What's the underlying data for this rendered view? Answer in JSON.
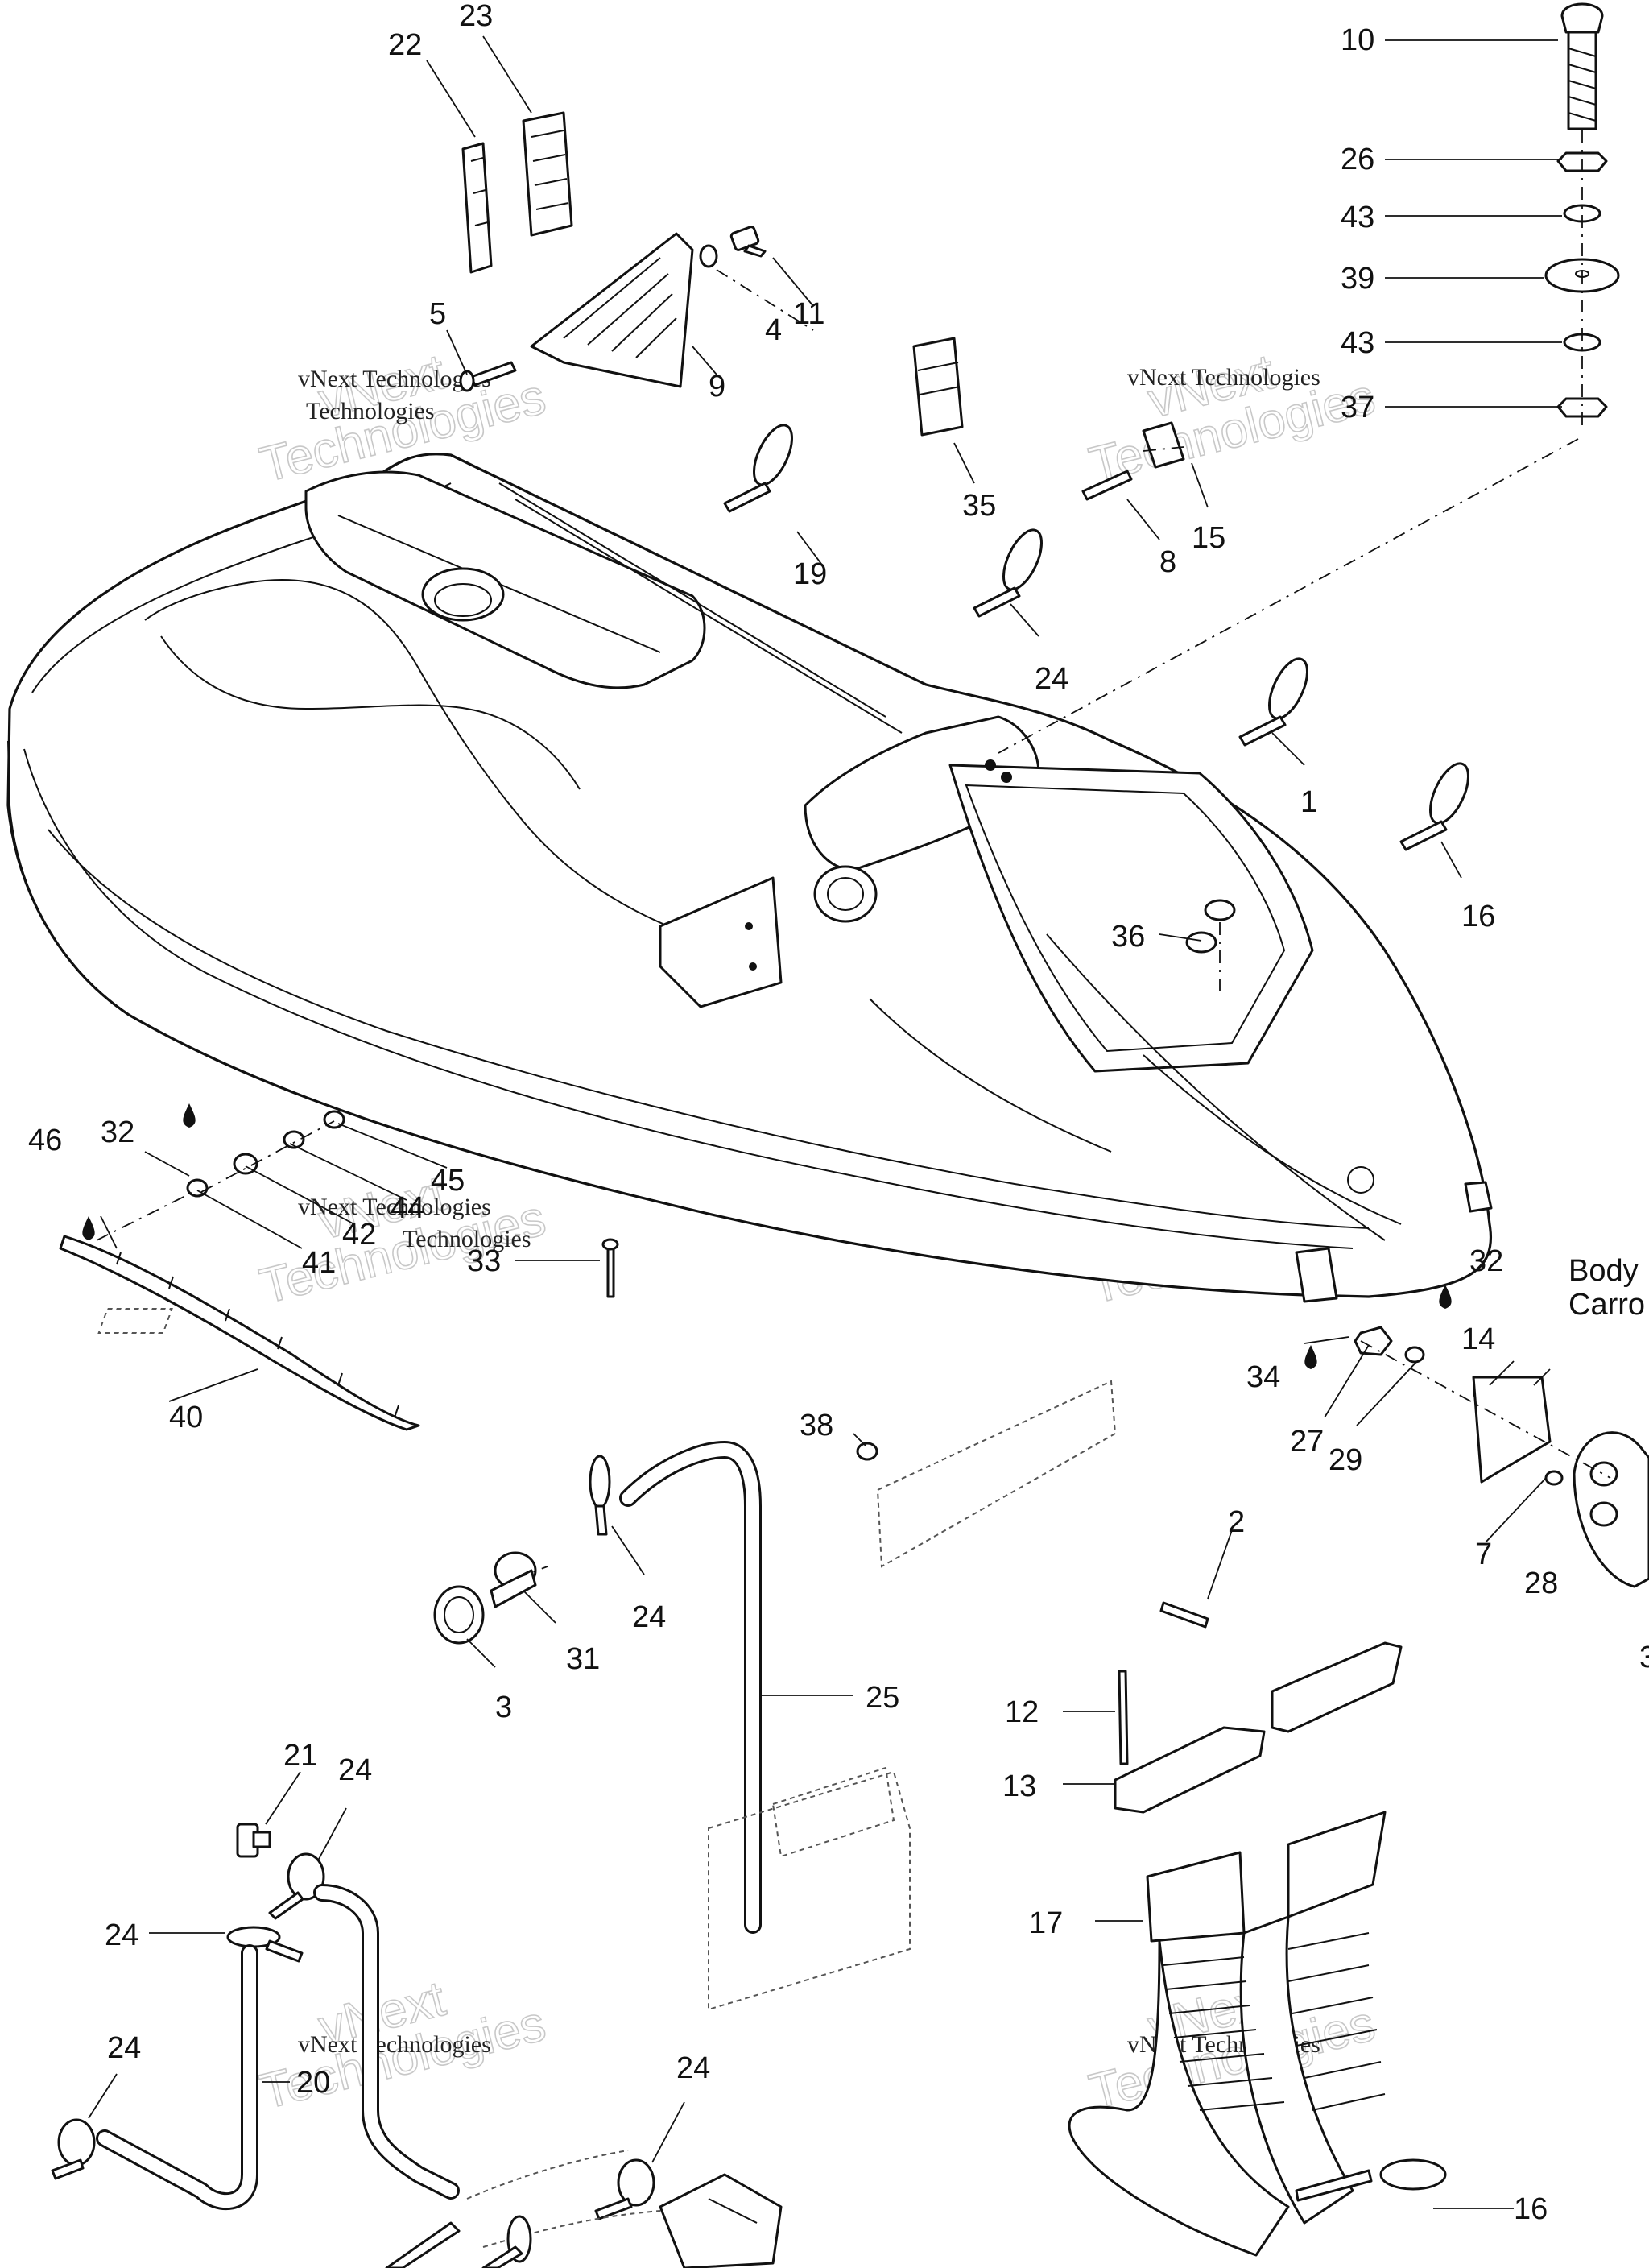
{
  "watermark": {
    "line1": "vNext",
    "line2": "Technologies",
    "caption": "vNext Technologies"
  },
  "side_text": {
    "line1": "Body",
    "line2": "Carro"
  },
  "callouts": {
    "c1": "1",
    "c2": "2",
    "c3": "3",
    "c3b": "3",
    "c4": "4",
    "c5": "5",
    "c7": "7",
    "c8": "8",
    "c9": "9",
    "c10": "10",
    "c11": "11",
    "c12": "12",
    "c13": "13",
    "c14": "14",
    "c15": "15",
    "c16a": "16",
    "c16b": "16",
    "c17": "17",
    "c19": "19",
    "c20": "20",
    "c21": "21",
    "c22": "22",
    "c23": "23",
    "c24a": "24",
    "c24b": "24",
    "c24c": "24",
    "c24d": "24",
    "c24e": "24",
    "c24f": "24",
    "c25": "25",
    "c26": "26",
    "c27": "27",
    "c28": "28",
    "c29": "29",
    "c31": "31",
    "c32a": "32",
    "c32b": "32",
    "c33": "33",
    "c34": "34",
    "c35": "35",
    "c36": "36",
    "c37": "37",
    "c38": "38",
    "c39": "39",
    "c40": "40",
    "c41": "41",
    "c42": "42",
    "c43a": "43",
    "c43b": "43",
    "c44": "44",
    "c45": "45",
    "c46": "46"
  }
}
